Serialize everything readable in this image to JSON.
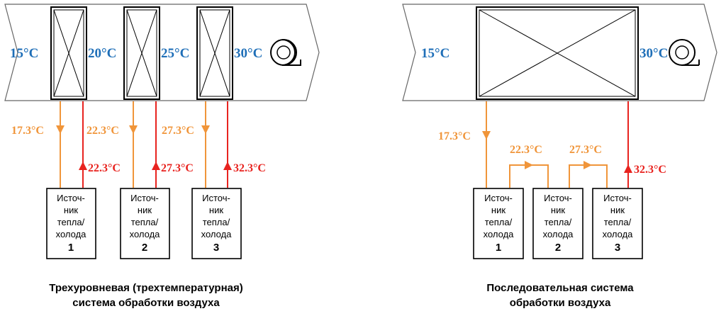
{
  "colors": {
    "blue": "#1f6fb8",
    "orange": "#f0953a",
    "red": "#e8231f"
  },
  "left": {
    "temps_air": [
      "15°C",
      "20°C",
      "25°C",
      "30°C"
    ],
    "supply_temps": [
      "17.3°C",
      "22.3°C",
      "27.3°C"
    ],
    "return_temps": [
      "22.3°C",
      "27.3°C",
      "32.3°C"
    ],
    "caption_line1": "Трехуровневая (трехтемпературная)",
    "caption_line2": "система обработки воздуха"
  },
  "right": {
    "temp_in": "15°C",
    "temp_out": "30°C",
    "supply_temp": "17.3°C",
    "link_temps": [
      "22.3°C",
      "27.3°C"
    ],
    "return_temp": "32.3°C",
    "caption_line1": "Последовательная система",
    "caption_line2": "обработки воздуха"
  },
  "source": {
    "line1": "Источ-",
    "line2": "ник",
    "line3": "тепла/",
    "line4": "холода",
    "numbers": [
      "1",
      "2",
      "3"
    ]
  }
}
